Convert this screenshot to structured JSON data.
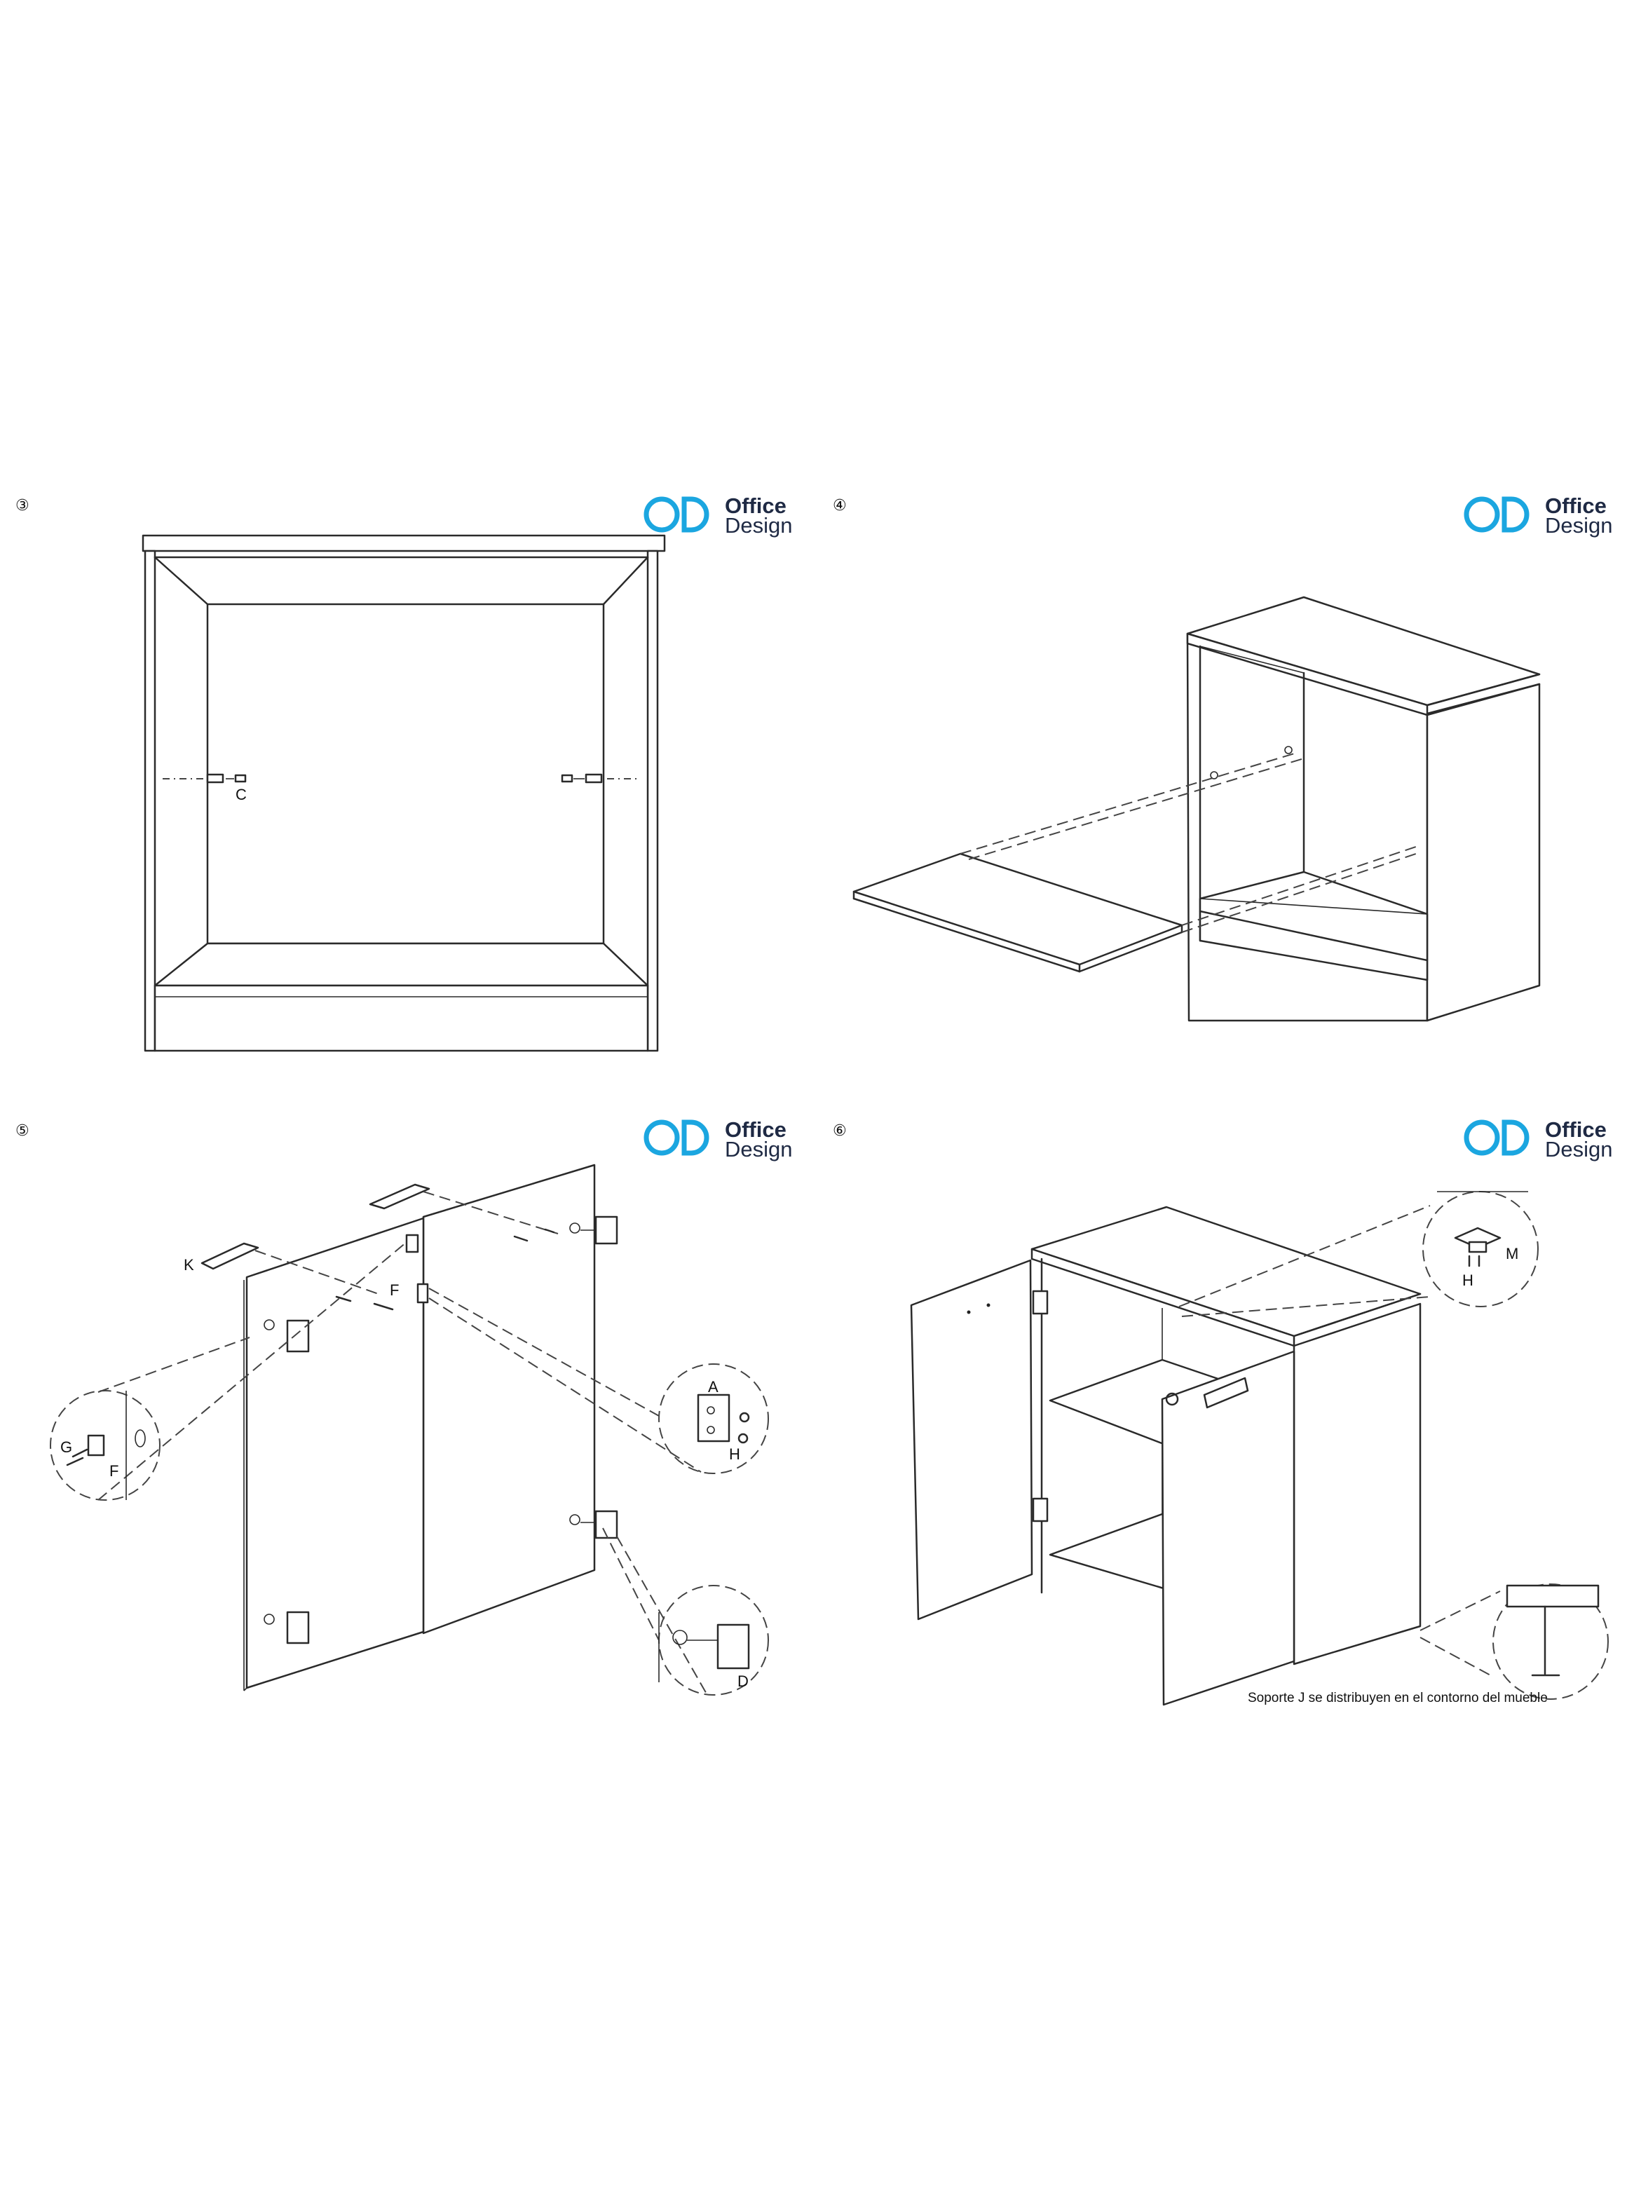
{
  "steps": [
    {
      "number": "③",
      "brand_line1": "Office",
      "brand_line2": "Design",
      "labels": {
        "c": "C"
      }
    },
    {
      "number": "④",
      "brand_line1": "Office",
      "brand_line2": "Design"
    },
    {
      "number": "⑤",
      "brand_line1": "Office",
      "brand_line2": "Design",
      "labels": {
        "k": "K",
        "f1": "F",
        "g": "G",
        "f2": "F",
        "a": "A",
        "h": "H",
        "d": "D"
      }
    },
    {
      "number": "⑥",
      "brand_line1": "Office",
      "brand_line2": "Design",
      "labels": {
        "m": "M",
        "h": "H"
      },
      "caption": "Soporte J se distribuyen en el contorno del mueble"
    }
  ],
  "brand": {
    "logo_icon": "od-logo-icon",
    "accent": "#1ba6e0",
    "text_color": "#1f2a44"
  }
}
